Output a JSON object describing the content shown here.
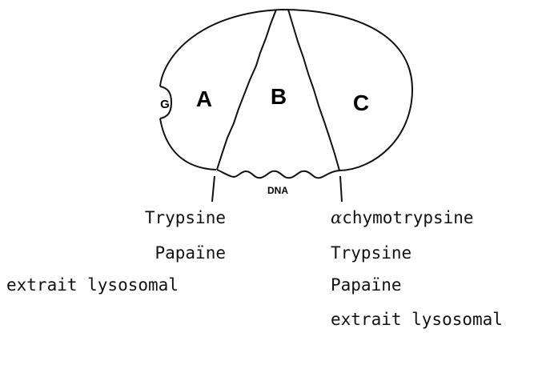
{
  "diagram": {
    "regions": {
      "a": "A",
      "b": "B",
      "c": "C",
      "g": "G"
    },
    "dna_label": "DNA"
  },
  "left_list": [
    "Trypsine",
    "Papaïne",
    "extrait lysosomal"
  ],
  "right_list": {
    "alpha_prefix": "α",
    "items": [
      "chymotrypsine",
      "Trypsine",
      "Papaïne",
      "extrait lysosomal"
    ]
  }
}
